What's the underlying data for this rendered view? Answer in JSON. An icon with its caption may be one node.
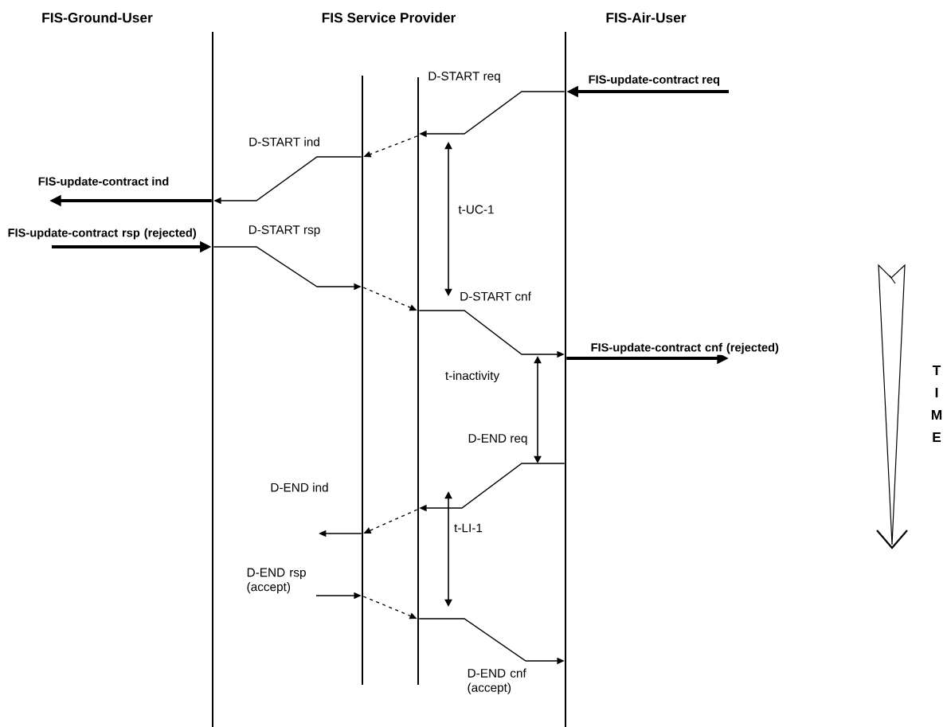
{
  "diagram": {
    "nodes": [
      {
        "text": [
          "FIS-Ground-User"
        ]
      },
      {
        "text": [
          "FIS Service Provider"
        ]
      },
      {
        "text": [],
        "shape": "bar"
      },
      {
        "text": [],
        "shape": "bar"
      },
      {
        "text": [
          "FIS-Air-User"
        ]
      }
    ],
    "edges": [
      {
        "from": null,
        "to": 4,
        "arrow": "to",
        "label": "FIS-update-contract req",
        "style": "thick"
      },
      {
        "from": 4,
        "to": 3,
        "arrow": "to",
        "label": "D-START req"
      },
      {
        "from": 3,
        "to": 2,
        "arrow": "to",
        "style": "dashed"
      },
      {
        "from": 2,
        "to": 0,
        "arrow": "to",
        "label": "D-START ind"
      },
      {
        "from": 0,
        "to": null,
        "arrow": "to",
        "label": "FIS-update-contract ind",
        "style": "thick"
      },
      {
        "from": null,
        "to": 0,
        "arrow": "to",
        "label": "FIS-update-contract rsp (rejected)",
        "style": "thick"
      },
      {
        "from": 0,
        "to": 2,
        "arrow": "to",
        "label": "D-START rsp"
      },
      {
        "from": 2,
        "to": 3,
        "arrow": "to",
        "style": "dashed"
      },
      {
        "from": 3,
        "to": 4,
        "arrow": "to",
        "label": "D-START cnf"
      },
      {
        "from": 4,
        "to": null,
        "arrow": "to",
        "label": "FIS-update-contract cnf (rejected)",
        "style": "thick"
      },
      {
        "from": 4,
        "to": 3,
        "arrow": "to",
        "label": "D-END req"
      },
      {
        "from": 3,
        "to": 2,
        "arrow": "to",
        "style": "dashed"
      },
      {
        "from": 2,
        "to": null,
        "arrow": "to",
        "label": "D-END ind"
      },
      {
        "from": null,
        "to": 2,
        "arrow": "to",
        "label": "D-END rsp (accept)"
      },
      {
        "from": 2,
        "to": 3,
        "arrow": "to",
        "style": "dashed"
      },
      {
        "from": 3,
        "to": 4,
        "arrow": "to",
        "label": "D-END cnf (accept)"
      }
    ],
    "labels": [
      "t-UC-1",
      "t-inactivity",
      "t-LI-1",
      "T",
      "I",
      "M",
      "E"
    ]
  }
}
